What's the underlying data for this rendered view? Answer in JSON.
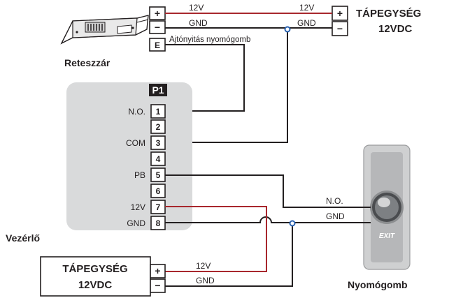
{
  "lock": {
    "terminals": [
      "+",
      "−",
      "E"
    ],
    "label": "Reteszzár"
  },
  "wires": {
    "top_12v_left": "12V",
    "top_12v_right": "12V",
    "top_gnd_left": "GND",
    "top_gnd_right": "GND",
    "exit_button_wire": "Ajtónyitás nyomógomb",
    "button_no": "N.O.",
    "button_gnd": "GND",
    "bottom_12v": "12V",
    "bottom_gnd": "GND"
  },
  "psu_top": {
    "terminals": [
      "+",
      "−"
    ],
    "line1": "TÁPEGYSÉG",
    "line2": "12VDC"
  },
  "psu_bottom": {
    "terminals": [
      "+",
      "−"
    ],
    "line1": "TÁPEGYSÉG",
    "line2": "12VDC"
  },
  "controller": {
    "label": "Vezérlő",
    "connector": "P1",
    "pins": [
      {
        "num": "1",
        "label": "N.O."
      },
      {
        "num": "2",
        "label": ""
      },
      {
        "num": "3",
        "label": "COM"
      },
      {
        "num": "4",
        "label": ""
      },
      {
        "num": "5",
        "label": "PB"
      },
      {
        "num": "6",
        "label": ""
      },
      {
        "num": "7",
        "label": "12V"
      },
      {
        "num": "8",
        "label": "GND"
      }
    ]
  },
  "button": {
    "face_text": "EXIT",
    "label": "Nyomógomb"
  },
  "colors": {
    "wire_black": "#231f20",
    "wire_red": "#a8272d",
    "controller_fill": "#d9dadb",
    "junction": "#2a62b0"
  }
}
